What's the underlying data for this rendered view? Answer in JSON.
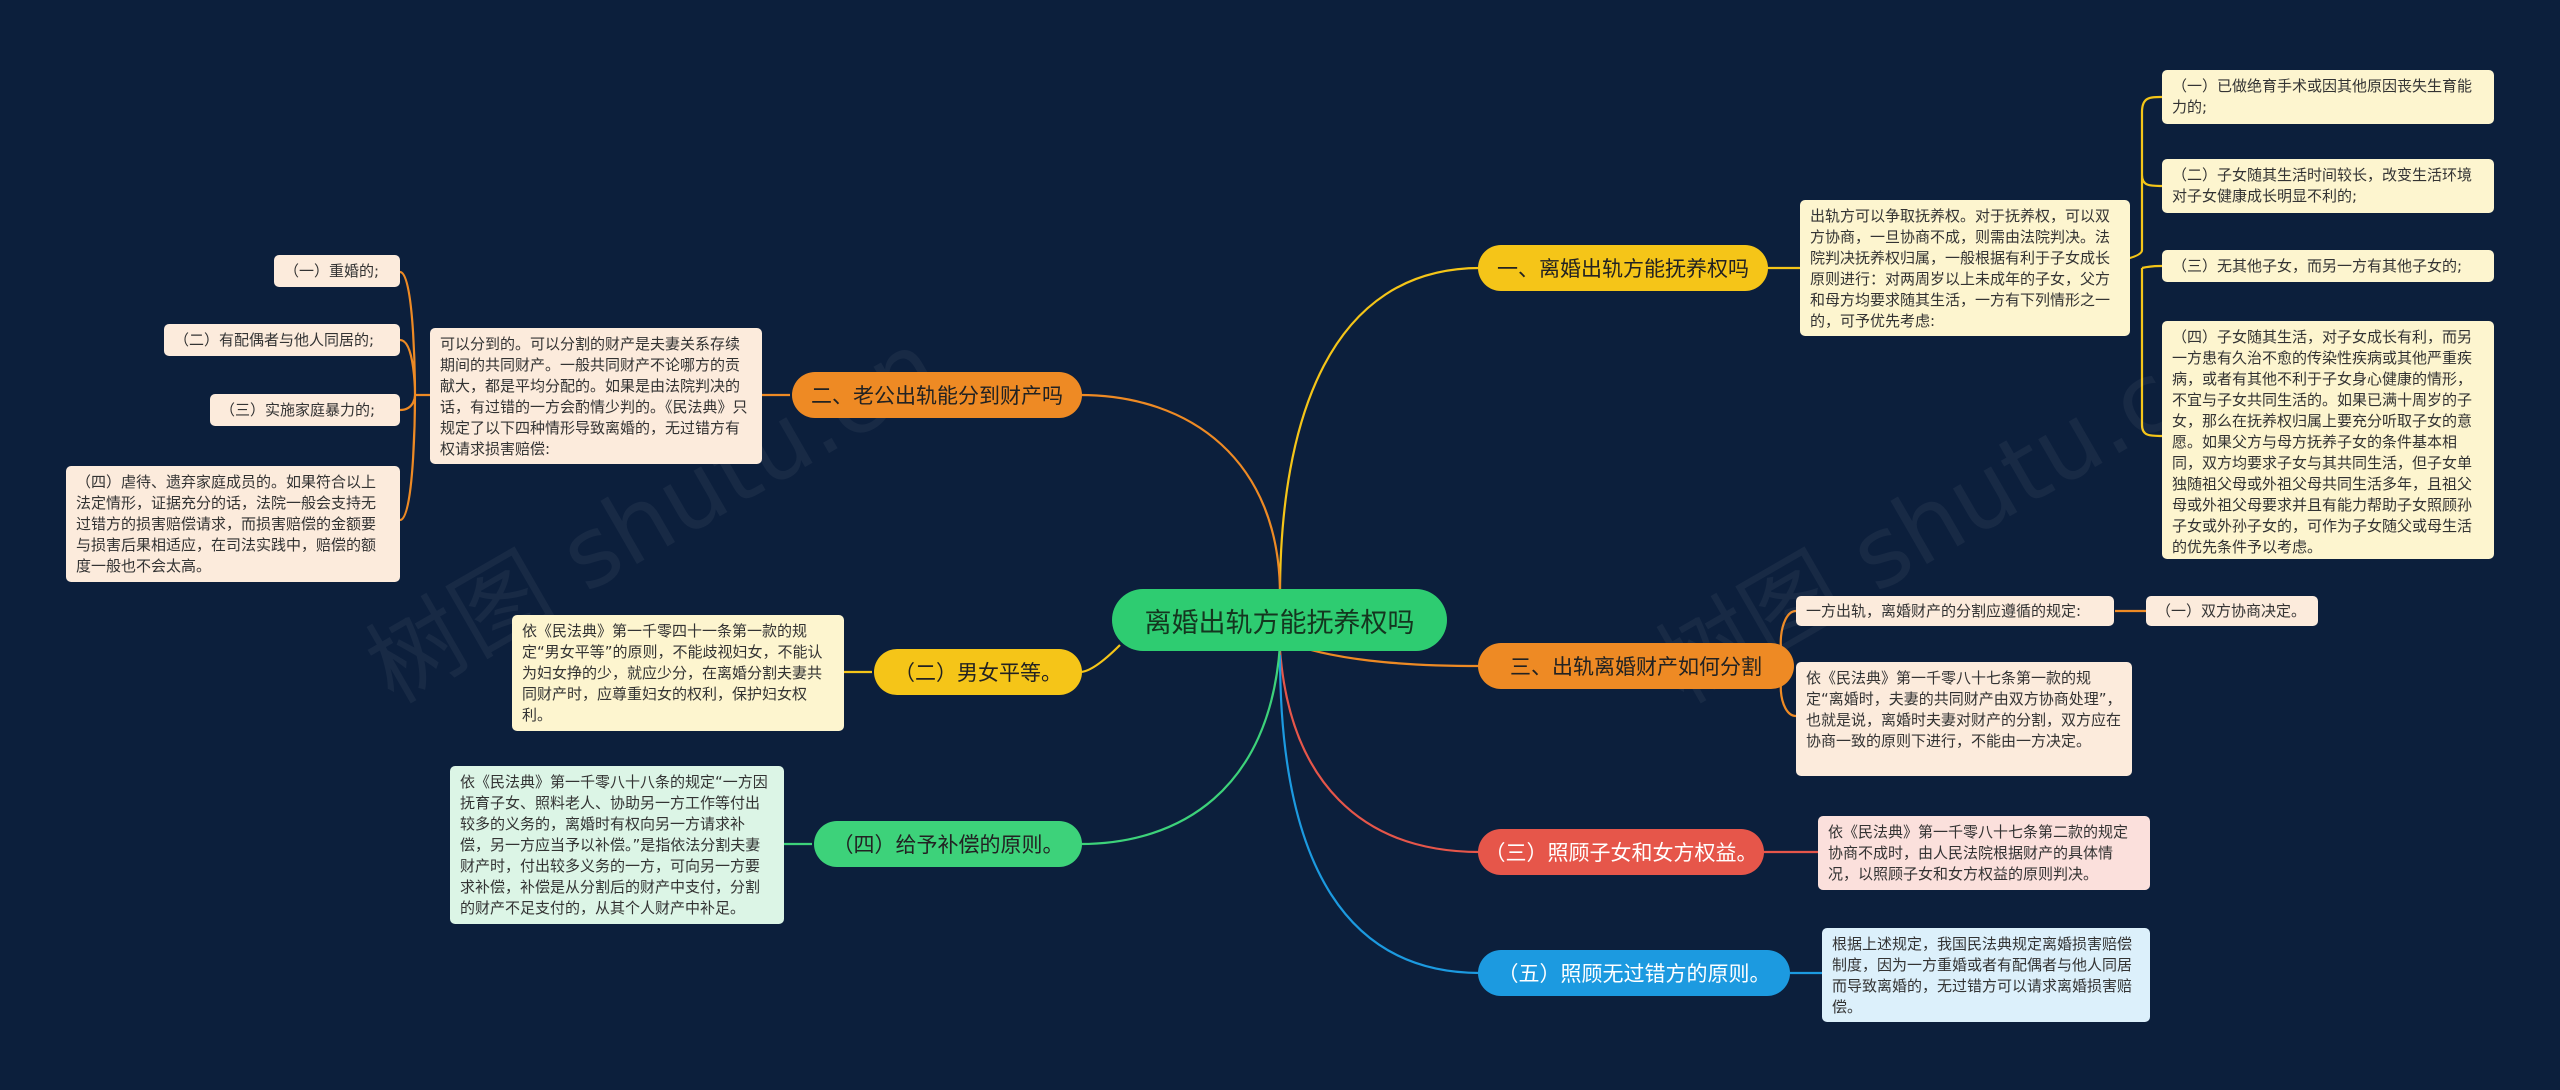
{
  "root": {
    "label": "离婚出轨方能抚养权吗"
  },
  "watermarks": [
    "树图 shutu.cn",
    "树图 shutu.cn"
  ],
  "colors": {
    "background": "#0c1f3c",
    "yellow": "#f5c518",
    "orange": "#ee8a24",
    "red": "#e6564a",
    "green": "#3dd27a",
    "blue": "#1c9ae0"
  },
  "branches": {
    "custody": {
      "label": "一、离婚出轨方能抚养权吗",
      "detail": "出轨方可以争取抚养权。对于抚养权，可以双方协商，一旦协商不成，则需由法院判决。法院判决抚养权归属，一般根据有利于子女成长原则进行：对两周岁以上未成年的子女，父方和母方均要求随其生活，一方有下列情形之一的，可予优先考虑:",
      "items": [
        "（一）已做绝育手术或因其他原因丧失生育能力的;",
        "（二）子女随其生活时间较长，改变生活环境对子女健康成长明显不利的;",
        "（三）无其他子女，而另一方有其他子女的;",
        "（四）子女随其生活，对子女成长有利，而另一方患有久治不愈的传染性疾病或其他严重疾病，或者有其他不利于子女身心健康的情形，不宜与子女共同生活的。如果已满十周岁的子女，那么在抚养权归属上要充分听取子女的意愿。如果父方与母方抚养子女的条件基本相同，双方均要求子女与其共同生活，但子女单独随祖父母或外祖父母共同生活多年，且祖父母或外祖父母要求并且有能力帮助子女照顾孙子女或外孙子女的，可作为子女随父或母生活的优先条件予以考虑。"
      ]
    },
    "property": {
      "label": "三、出轨离婚财产如何分割",
      "rule": "一方出轨，离婚财产的分割应遵循的规定:",
      "rule_item": "（一）双方协商决定。",
      "detail": "依《民法典》第一千零八十七条第一款的规定“离婚时，夫妻的共同财产由双方协商处理”，也就是说，离婚时夫妻对财产的分割，双方应在协商一致的原则下进行，不能由一方决定。"
    },
    "care": {
      "label": "（三）照顾子女和女方权益。",
      "detail": "依《民法典》第一千零八十七条第二款的规定协商不成时，由人民法院根据财产的具体情况，以照顾子女和女方权益的原则判决。"
    },
    "fault": {
      "label": "（五）照顾无过错方的原则。",
      "detail": "根据上述规定，我国民法典规定离婚损害赔偿制度，因为一方重婚或者有配偶者与他人同居而导致离婚的，无过错方可以请求离婚损害赔偿。"
    },
    "compensation": {
      "label": "二、老公出轨能分到财产吗",
      "detail": "可以分到的。可以分割的财产是夫妻关系存续期间的共同财产。一般共同财产不论哪方的贡献大，都是平均分配的。如果是由法院判决的话，有过错的一方会酌情少判的。《民法典》只规定了以下四种情形导致离婚的，无过错方有权请求损害赔偿:",
      "items": [
        "（一）重婚的;",
        "（二）有配偶者与他人同居的;",
        "（三）实施家庭暴力的;",
        "（四）虐待、遗弃家庭成员的。如果符合以上法定情形，证据充分的话，法院一般会支持无过错方的损害赔偿请求，而损害赔偿的金额要与损害后果相适应，在司法实践中，赔偿的额度一般也不会太高。"
      ]
    },
    "equality": {
      "label": "（二）男女平等。",
      "detail": "依《民法典》第一千零四十一条第一款的规定“男女平等”的原则，不能歧视妇女，不能认为妇女挣的少，就应少分，在离婚分割夫妻共同财产时，应尊重妇女的权利，保护妇女权利。"
    },
    "support": {
      "label": "（四）给予补偿的原则。",
      "detail": "依《民法典》第一千零八十八条的规定“一方因抚育子女、照料老人、协助另一方工作等付出较多的义务的，离婚时有权向另一方请求补偿，另一方应当予以补偿。”是指依法分割夫妻财产时，付出较多义务的一方，可向另一方要求补偿，补偿是从分割后的财产中支付，分割的财产不足支付的，从其个人财产中补足。"
    }
  }
}
